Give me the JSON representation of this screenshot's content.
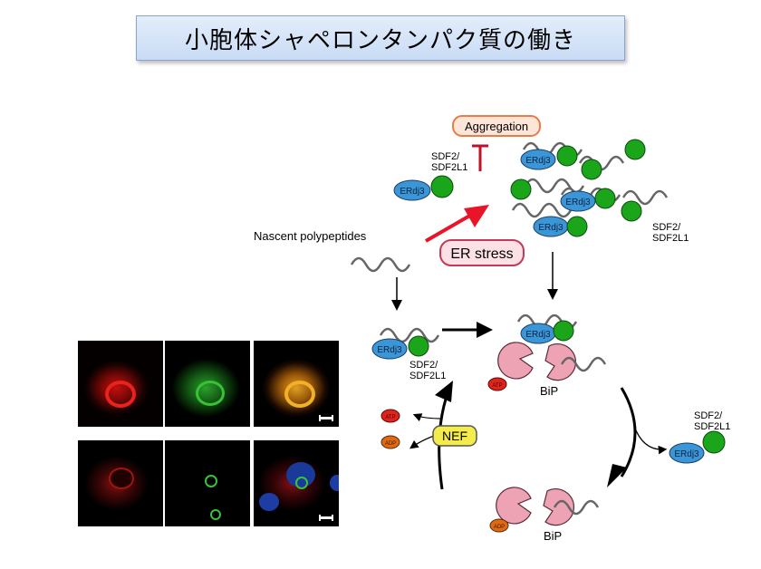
{
  "title": "小胞体シャペロンタンパク質の働き",
  "labels": {
    "aggregation": "Aggregation",
    "sdf2_top": "SDF2/",
    "sdf2l1_top": "SDF2L1",
    "erdj3": "ERdj3",
    "nascent": "Nascent polypeptides",
    "er_stress": "ER stress",
    "sdf2_right_top": "SDF2/",
    "sdf2l1_right_top": "SDF2L1",
    "sdf2_mid": "SDF2/",
    "sdf2l1_mid": "SDF2L1",
    "bip_mid": "BiP",
    "bip_bottom": "BiP",
    "nef": "NEF",
    "atp_mid": "ATP",
    "adp_bottom": "ADP",
    "atp_cycle": "ATP",
    "adp_cycle": "ADP",
    "sdf2_released": "SDF2/",
    "sdf2l1_released": "SDF2L1"
  },
  "colors": {
    "erdj3": "#3a96d6",
    "sdf2": "#1aa51a",
    "bip": "#eea3b5",
    "er_stress_arrow": "#e8142a",
    "atp": "#e0241c",
    "adp": "#e06a12",
    "nef_fill": "#f4ec4a"
  },
  "micrographs": {
    "row1": [
      "red-channel",
      "green-channel",
      "merge-channel"
    ],
    "row2": [
      "red-channel",
      "green-channel",
      "merge-channel"
    ]
  }
}
